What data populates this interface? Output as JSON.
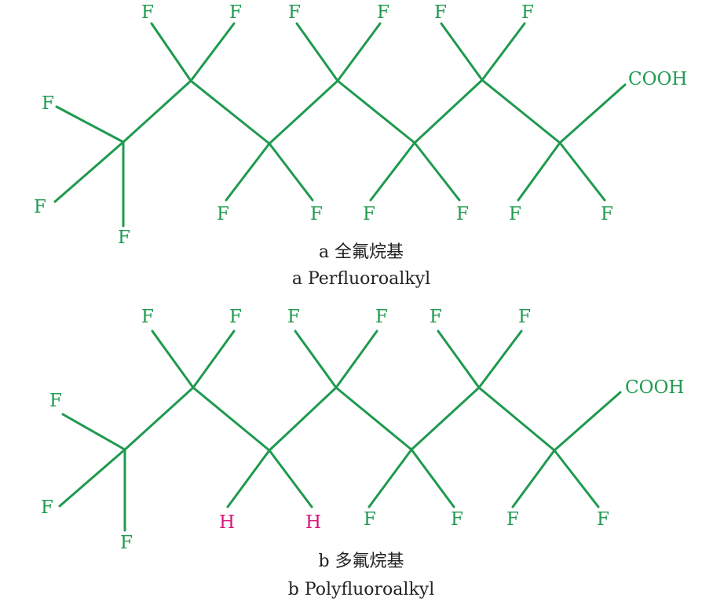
{
  "colors": {
    "bond": "#1f9a4f",
    "fluorine": "#1f9a4f",
    "hydrogen": "#d6177c",
    "caption": "#222222"
  },
  "structures": {
    "a": {
      "labels": {
        "cf3": [
          "F",
          "F",
          "F"
        ],
        "upper": [
          "F",
          "F",
          "F",
          "F",
          "F",
          "F"
        ],
        "lower": [
          "F",
          "F",
          "F",
          "F",
          "F",
          "F"
        ],
        "acid": "COOH"
      },
      "caption_cn": "a  全氟烷基",
      "caption_en": "a  Perfluoroalkyl"
    },
    "b": {
      "labels": {
        "cf3": [
          "F",
          "F",
          "F"
        ],
        "upper": [
          "F",
          "F",
          "F",
          "F",
          "F",
          "F"
        ],
        "lower": [
          "H",
          "H",
          "F",
          "F",
          "F",
          "F"
        ],
        "acid": "COOH"
      },
      "caption_cn": "b  多氟烷基",
      "caption_en": "b  Polyfluoroalkyl"
    }
  }
}
